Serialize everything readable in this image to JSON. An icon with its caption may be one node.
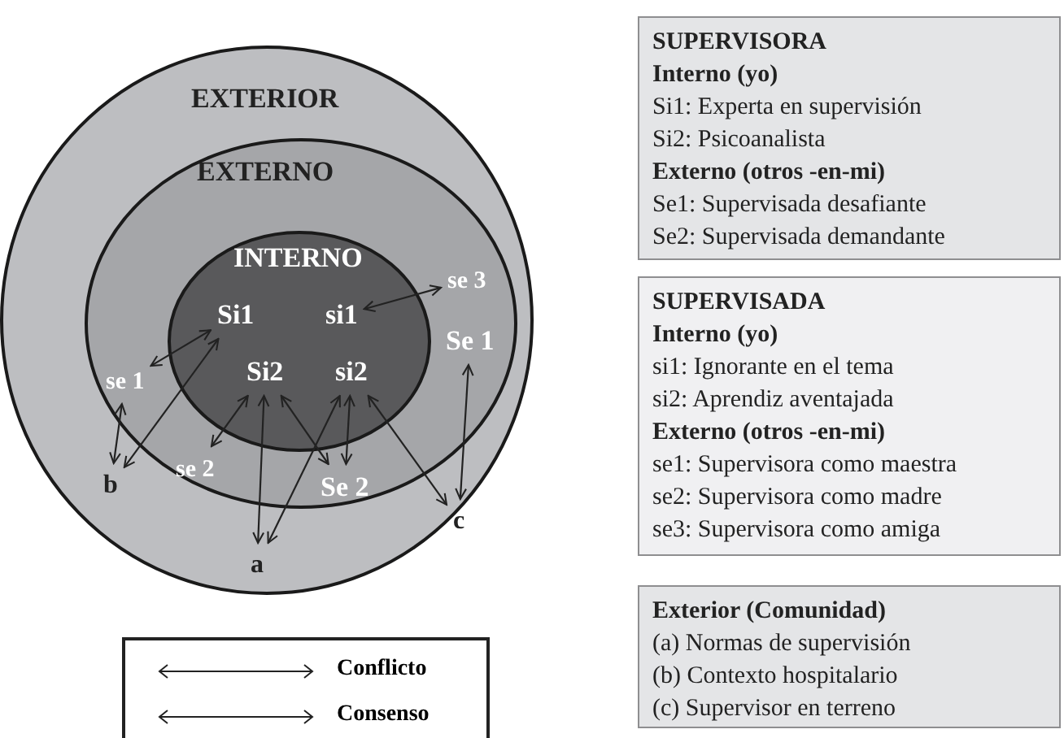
{
  "diagram": {
    "nodes": [
      {
        "text": [
          "EXTERIOR"
        ]
      },
      {
        "text": [
          "EXTERNO"
        ],
        "in": 0
      },
      {
        "text": [
          "INTERNO"
        ],
        "in": 1
      },
      {
        "text": [
          "Si1"
        ],
        "in": 2
      },
      {
        "text": [
          "si1"
        ],
        "in": 2
      },
      {
        "text": [
          "Si2"
        ],
        "in": 2
      },
      {
        "text": [
          "si2"
        ],
        "in": 2
      },
      {
        "text": [
          "se 3"
        ],
        "in": 1
      },
      {
        "text": [
          "Se 1"
        ],
        "in": 1
      },
      {
        "text": [
          "se 1"
        ],
        "in": 1
      },
      {
        "text": [
          "se 2"
        ],
        "in": 1
      },
      {
        "text": [
          "Se 2"
        ],
        "in": 1
      },
      {
        "text": [
          "b"
        ],
        "in": 0
      },
      {
        "text": [
          "c"
        ],
        "in": 0
      },
      {
        "text": [
          "a"
        ],
        "in": 0
      },
      {
        "text": [
          "SUPERVISORA",
          "Interno (yo)",
          "Si1: Experta en supervisión",
          "Si2: Psicoanalista",
          "Externo (otros -en-mi)",
          "Se1: Supervisada desafiante",
          "Se2: Supervisada demandante"
        ]
      },
      {
        "text": [
          "SUPERVISADA",
          "Interno (yo)",
          "si1: Ignorante en el tema",
          "si2: Aprendiz aventajada",
          "Externo (otros -en-mi)",
          "se1: Supervisora como maestra",
          "se2: Supervisora como madre",
          "se3: Supervisora como amiga"
        ]
      },
      {
        "text": [
          "Exterior (Comunidad)",
          "(a) Normas de supervisión",
          "(b) Contexto hospitalario",
          "(c) Supervisor en terreno"
        ]
      }
    ],
    "edges": [
      {
        "from": 3,
        "to": 9,
        "arrow": "both"
      },
      {
        "from": 3,
        "to": 12,
        "arrow": "both"
      },
      {
        "from": 9,
        "to": 12,
        "arrow": "both"
      },
      {
        "from": 4,
        "to": 7,
        "arrow": "both"
      },
      {
        "from": 5,
        "to": 10,
        "arrow": "both"
      },
      {
        "from": 5,
        "to": 14,
        "arrow": "both"
      },
      {
        "from": 6,
        "to": 14,
        "arrow": "both"
      },
      {
        "from": 5,
        "to": 11,
        "arrow": "both"
      },
      {
        "from": 6,
        "to": 11,
        "arrow": "both"
      },
      {
        "from": 6,
        "to": 13,
        "arrow": "both"
      },
      {
        "from": 8,
        "to": 13,
        "arrow": "both"
      }
    ],
    "legend": [
      {
        "text": "Conflicto"
      },
      {
        "text": "Consenso"
      }
    ]
  }
}
